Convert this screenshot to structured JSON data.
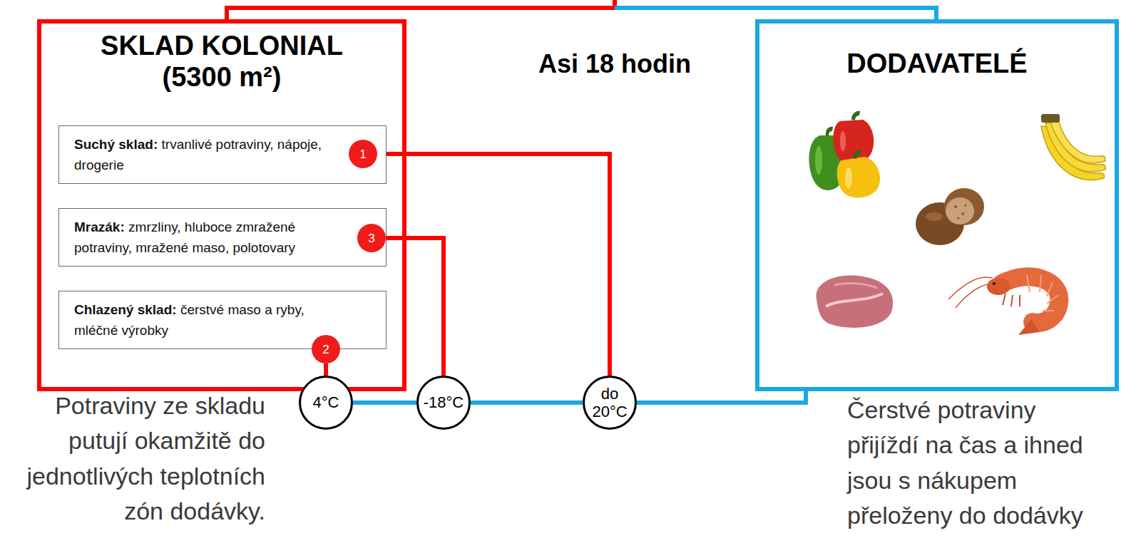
{
  "diagram": {
    "nodes": [
      {
        "text": [
          "SKLAD KOLONIAL (5300 m²)"
        ]
      },
      {
        "text": [
          "Suchý sklad:",
          "trvanlivé potraviny, nápoje, drogerie"
        ],
        "in": 0
      },
      {
        "text": [
          "1"
        ],
        "in": 1
      },
      {
        "text": [
          "Mrazák:",
          "zmrzliny, hluboce zmražené potraviny, mražené maso, polotovary"
        ],
        "in": 0
      },
      {
        "text": [
          "3"
        ],
        "in": 3
      },
      {
        "text": [
          "Chlazený sklad:",
          "čerstvé maso a ryby, mléčné výrobky"
        ],
        "in": 0
      },
      {
        "text": [
          "2"
        ],
        "in": 5
      },
      {
        "text": [
          "DODAVATELÉ"
        ]
      },
      {
        "text": [
          "4°C"
        ]
      },
      {
        "text": [
          "-18°C"
        ]
      },
      {
        "text": [
          "do 20°C"
        ]
      }
    ],
    "edges": [
      {
        "from": 0,
        "to": 7,
        "arrow": "none"
      },
      {
        "from": 6,
        "to": 8,
        "arrow": "none"
      },
      {
        "from": 4,
        "to": 9,
        "arrow": "none"
      },
      {
        "from": 2,
        "to": 10,
        "arrow": "none"
      },
      {
        "from": 8,
        "to": 9,
        "arrow": "none"
      },
      {
        "from": 9,
        "to": 10,
        "arrow": "none"
      },
      {
        "from": 10,
        "to": 7,
        "arrow": "none"
      }
    ],
    "labels": [
      "Asi 18 hodin",
      "Potraviny ze skladu putují okamžitě do jednotlivých teplotních zón dodávky.",
      "Čerstvé potraviny přijíždí na čas a ihned jsou s nákupem přeloženy do dodávky"
    ]
  }
}
